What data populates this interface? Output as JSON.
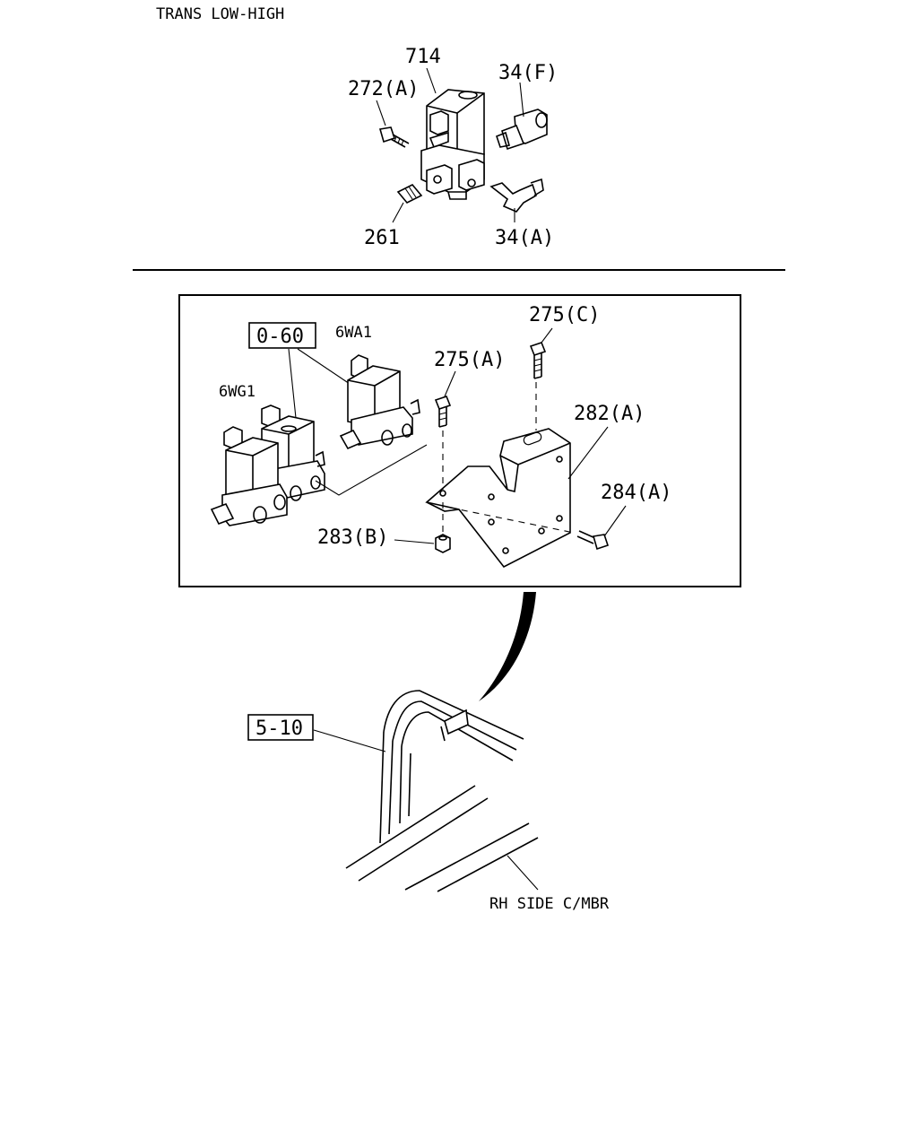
{
  "title": "TRANS LOW-HIGH",
  "upper_callouts": {
    "solenoid": "714",
    "bolt": "272(A)",
    "fitting_f": "34(F)",
    "plug": "261",
    "fitting_a": "34(A)"
  },
  "detail_callouts": {
    "ref_group": "0-60",
    "model_a": "6WA1",
    "model_g": "6WG1",
    "bolt_c": "275(C)",
    "bolt_a": "275(A)",
    "bracket": "282(A)",
    "bolt_284": "284(A)",
    "nut": "283(B)"
  },
  "lower_callouts": {
    "ref_frame": "5-10",
    "member": "RH SIDE C/MBR"
  }
}
